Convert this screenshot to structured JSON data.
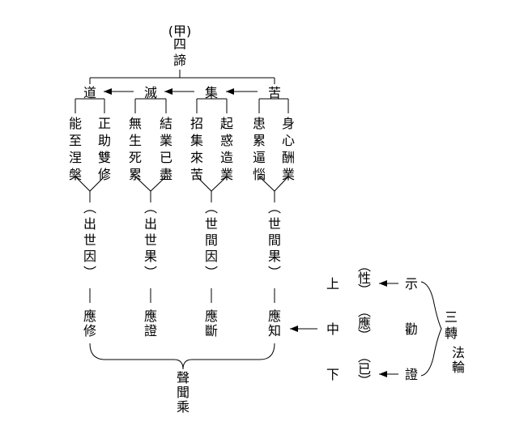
{
  "title": {
    "marker": "(甲)",
    "text": "四諦"
  },
  "truths": [
    {
      "name": "道",
      "branches": [
        "能至涅槃",
        "正助雙修"
      ],
      "category": "︵出世因︶",
      "response": "應修"
    },
    {
      "name": "滅",
      "branches": [
        "無生死累",
        "結業已盡"
      ],
      "category": "︵出世果︶",
      "response": "應證"
    },
    {
      "name": "集",
      "branches": [
        "招集來苦",
        "起惑造業"
      ],
      "category": "︵世間因︶",
      "response": "應斷"
    },
    {
      "name": "苦",
      "branches": [
        "患累逼惱",
        "身心酬業"
      ],
      "category": "︵世間果︶",
      "response": "應知"
    }
  ],
  "vehicle": "聲聞乘",
  "three_turnings": {
    "label": "三轉法輪",
    "rows": [
      {
        "level": "上",
        "paren": "︵性︶",
        "turn": "示"
      },
      {
        "level": "中",
        "paren": "︵應︶",
        "turn": "勸"
      },
      {
        "level": "下",
        "paren": "︵已︶",
        "turn": "證"
      }
    ]
  }
}
